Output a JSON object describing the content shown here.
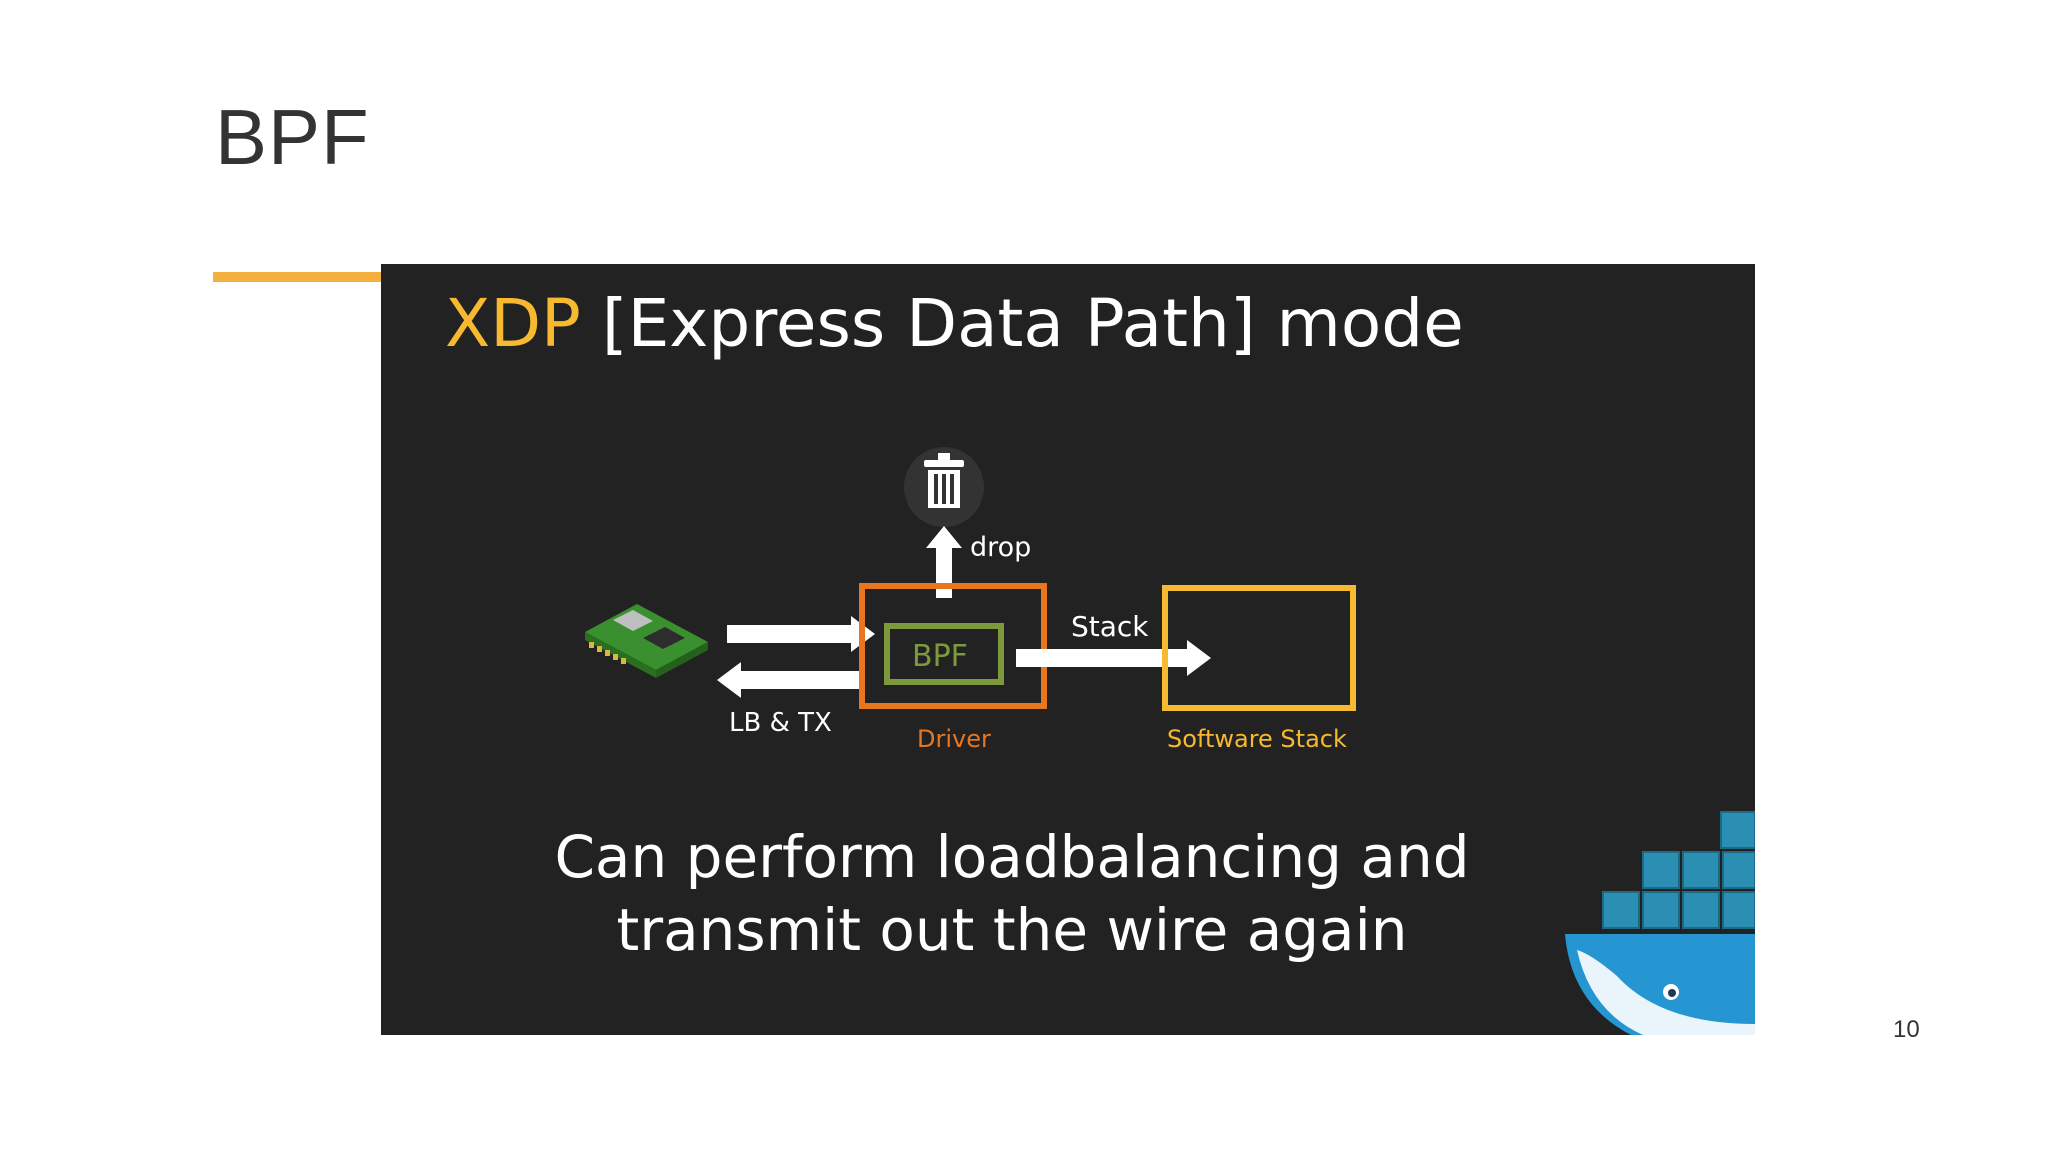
{
  "slide": {
    "title": "BPF",
    "page_number": "10"
  },
  "embedded_slide": {
    "heading_accent": "XDP",
    "heading_rest": " [Express Data Path] mode",
    "drop_label": "drop",
    "bpf_label": "BPF",
    "stack_label": "Stack",
    "lb_tx_label": "LB & TX",
    "driver_label": "Driver",
    "software_stack_label": "Software Stack",
    "caption_line1": "Can perform loadbalancing and",
    "caption_line2": "transmit out the wire again",
    "colors": {
      "background": "#222222",
      "accent_yellow": "#f7b92f",
      "driver_orange": "#e8761e",
      "bpf_green": "#7c9a3c",
      "text": "#ffffff",
      "title_accent_bar": "#f4b03e"
    },
    "icons": [
      "trash-icon",
      "network-card-icon",
      "docker-whale-logo"
    ]
  }
}
